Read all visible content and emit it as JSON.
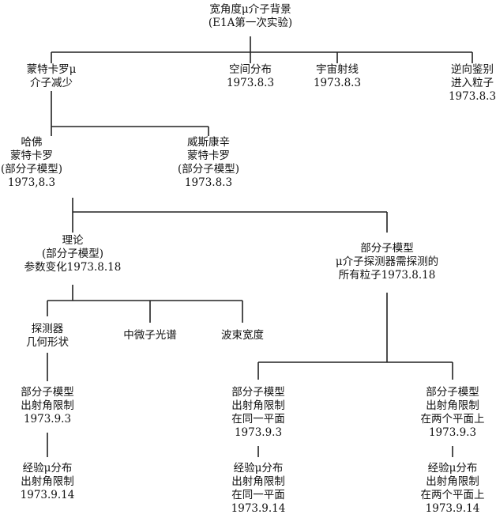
{
  "colors": {
    "line": "#222222",
    "text": "#111111",
    "background": "#ffffff"
  },
  "nodes": {
    "root": {
      "lines": [
        "宽角度μ介子背景",
        "(E1A第一次实验)"
      ]
    },
    "monte_carlo": {
      "lines": [
        "蒙特卡罗μ",
        "介子减少"
      ]
    },
    "spatial": {
      "lines": [
        "空间分布",
        "1973.8.3"
      ]
    },
    "cosmic": {
      "lines": [
        "宇宙射线",
        "1973.8.3"
      ]
    },
    "reverse": {
      "lines": [
        "逆向鉴别",
        "进入粒子",
        "1973.8.3"
      ]
    },
    "harvard": {
      "lines": [
        "哈佛",
        "蒙特卡罗",
        "(部分子模型)",
        "1973,8.3"
      ]
    },
    "wisconsin": {
      "lines": [
        "威斯康辛",
        "蒙特卡罗",
        "(部分子模型)",
        "1973.8.3"
      ]
    },
    "theory": {
      "lines": [
        "理论",
        "(部分子模型)",
        "参数变化1973.8.18"
      ]
    },
    "parton_detector": {
      "lines": [
        "部分子模型",
        "μ介子探测器需探测的",
        "所有粒子1973.8.18"
      ]
    },
    "geometry": {
      "lines": [
        "探测器",
        "几何形状"
      ]
    },
    "neutrino": {
      "lines": [
        "中微子光谱"
      ]
    },
    "beam": {
      "lines": [
        "波束宽度"
      ]
    },
    "left_angle": {
      "lines": [
        "部分子模型",
        "出射角限制",
        "1973.9.3"
      ]
    },
    "same_plane": {
      "lines": [
        "部分子模型",
        "出射角限制",
        "在同一平面",
        "1973.9.3"
      ]
    },
    "two_planes": {
      "lines": [
        "部分子模型",
        "出射角限制",
        "在两个平面上",
        "1973.9.3"
      ]
    },
    "left_empirical": {
      "lines": [
        "经验μ分布",
        "出射角限制",
        "1973.9.14"
      ]
    },
    "same_empirical": {
      "lines": [
        "经验μ分布",
        "出射角限制",
        "在同一平面",
        "1973.9.14"
      ]
    },
    "two_empirical": {
      "lines": [
        "经验μ分布",
        "出射角限制",
        "在两个平面上",
        "1973.9.14"
      ]
    }
  }
}
